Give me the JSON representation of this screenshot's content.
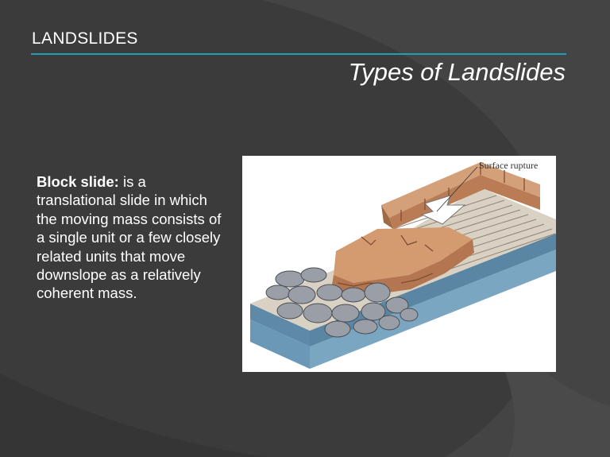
{
  "header": {
    "title": "LANDSLIDES",
    "accent_color": "#1ea0b7"
  },
  "slide_title": "Types of Landslides",
  "body": {
    "term": "Block slide:",
    "definition": " is a translational slide in which the moving mass consists of a single unit or a few closely related units that move downslope as a relatively coherent mass."
  },
  "figure": {
    "label": "Surface rupture"
  },
  "colors": {
    "background": "#3b3b3b",
    "rock": "#c8906a",
    "bedrock": "#7aa6c2",
    "debris": "#9a9ea6"
  }
}
